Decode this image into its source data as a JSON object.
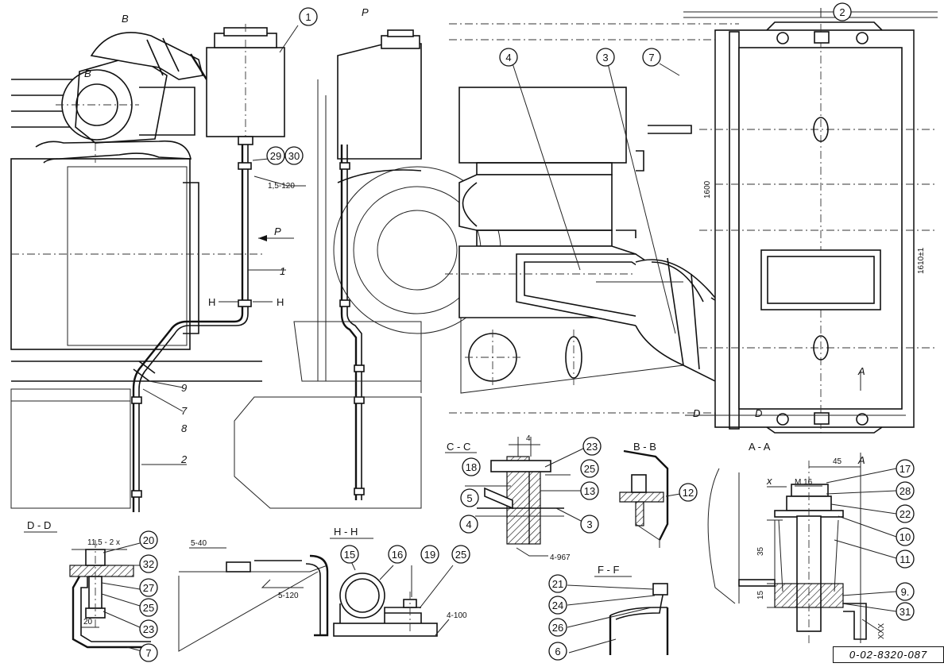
{
  "drawing": {
    "code": "0-02-8320-087",
    "balloons": {
      "b1": "1",
      "b2": "2",
      "b3": "3",
      "b4": "4",
      "b7": "7",
      "b29": "29",
      "b30": "30",
      "b23cc": "23",
      "b18": "18",
      "b25cc": "25",
      "b5": "5",
      "b13": "13",
      "b4cc": "4",
      "b3cc": "3",
      "b12": "12",
      "b17": "17",
      "b28": "28",
      "b22": "22",
      "b10": "10",
      "b11": "11",
      "b9aa": "9.",
      "b31": "31",
      "b20": "20",
      "b32": "32",
      "b27": "27",
      "b25dd": "25",
      "b23dd": "23",
      "b7dd": "7",
      "b15": "15",
      "b16": "16",
      "b19": "19",
      "b25hh": "25",
      "b21": "21",
      "b24": "24",
      "b26": "26",
      "b6": "6"
    },
    "leaders": {
      "l1": "1",
      "l2": "2",
      "l9": "9",
      "l7": "7",
      "l8": "8"
    },
    "sections": {
      "cc": "C - C",
      "bb": "B - B",
      "aa": "A - A",
      "dd": "D - D",
      "hh": "H - H",
      "ff": "F - F",
      "p_view": "P",
      "p_arrow": "P",
      "h_left": "H",
      "h_right": "H",
      "b_upper": "B",
      "b_lower": "B",
      "a_upper": "A",
      "a_lower": "A",
      "d_left": "D",
      "d_right": "D"
    },
    "notes": {
      "weld_tube": "1,5-120",
      "weld_cc": "4-967",
      "weld_dd": "11,5 - 2 x",
      "weld_mid_top": "5-40",
      "weld_mid_bot": "5-120",
      "weld_hh": "4-100",
      "dim_4": "4",
      "dim_45": "45",
      "dim_x": "x",
      "dim_m16": "M 16",
      "dim_35": "35",
      "dim_15": "15",
      "dim_xxx": "XXX",
      "dim_20": "20",
      "dim_1600": "1600",
      "dim_1610": "1610±1"
    }
  }
}
